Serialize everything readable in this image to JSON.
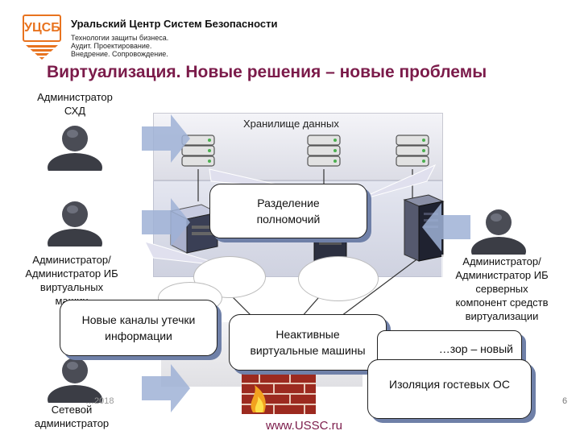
{
  "header": {
    "logo_text": "УЦСБ",
    "company": "Уральский Центр Систем Безопасности",
    "tagline": [
      "Технологии защиты бизнеса.",
      "Аудит. Проектирование.",
      "Внедрение. Сопровождение."
    ],
    "title": "Виртуализация. Новые решения – новые проблемы"
  },
  "diagram": {
    "storage_title": "Хранилище данных"
  },
  "roles": {
    "storage_admin": [
      "Администратор",
      "СХД"
    ],
    "virtual_admin": [
      "Администратор/",
      "Администратор ИБ",
      "виртуальных",
      "машин"
    ],
    "network_admin": [
      "Сетевой",
      "администратор"
    ],
    "server_admin": [
      "Администратор/",
      "Администратор ИБ",
      "серверных",
      "компонент средств",
      "виртуализации"
    ]
  },
  "callouts": {
    "separation": [
      "Разделение",
      "полномочий"
    ],
    "new_channels": [
      "Новые каналы утечки",
      "информации"
    ],
    "inactive_vms": [
      "Неактивные",
      "виртуальные машины"
    ],
    "hypervisor": "…зор – новый",
    "guest_isolation": "Изоляция гостевых ОС"
  },
  "footer": {
    "date": "…2018",
    "url": "www.USSC.ru",
    "page_number": "6"
  },
  "colors": {
    "title": "#7b1b4a",
    "logo": "#e8731f",
    "arrow": "#9fb2d6",
    "callout_shadow": "#6f80a8"
  }
}
